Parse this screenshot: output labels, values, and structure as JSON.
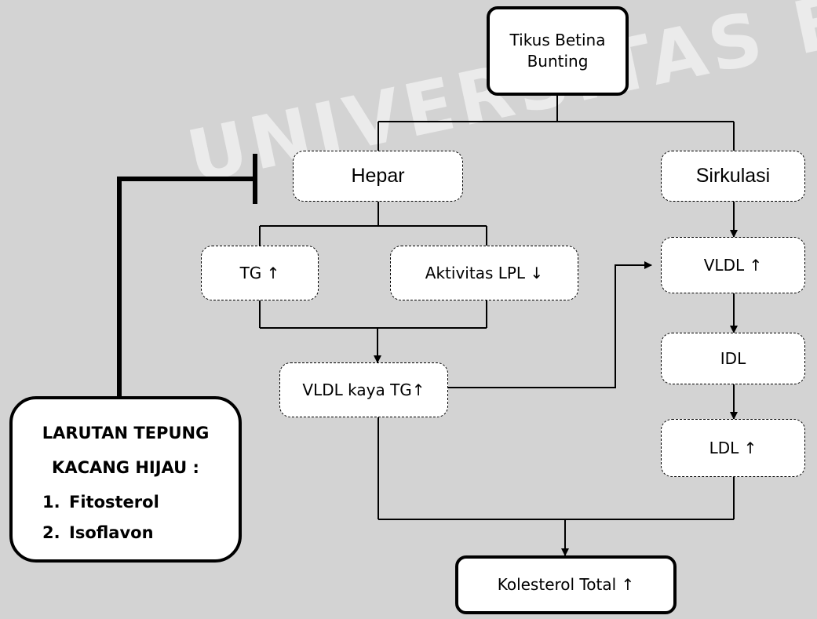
{
  "watermark": {
    "text": "UNIVERSITAS BRAWIJAYA"
  },
  "nodes": {
    "tikus": "Tikus Betina Bunting",
    "hepar": "Hepar",
    "sirkulasi": "Sirkulasi",
    "tg": "TG ↑",
    "lpl": "Aktivitas LPL ↓",
    "vldl_tg": "VLDL kaya TG↑",
    "vldl": "VLDL ↑",
    "idl": "IDL",
    "ldl": "LDL ↑",
    "kolesterol": "Kolesterol Total ↑"
  },
  "larutan": {
    "title_line1": "LARUTAN TEPUNG",
    "title_line2": "KACANG HIJAU :",
    "items": [
      "Fitosterol",
      "Isoflavon"
    ],
    "item_numbers": [
      "1.",
      "2."
    ]
  }
}
